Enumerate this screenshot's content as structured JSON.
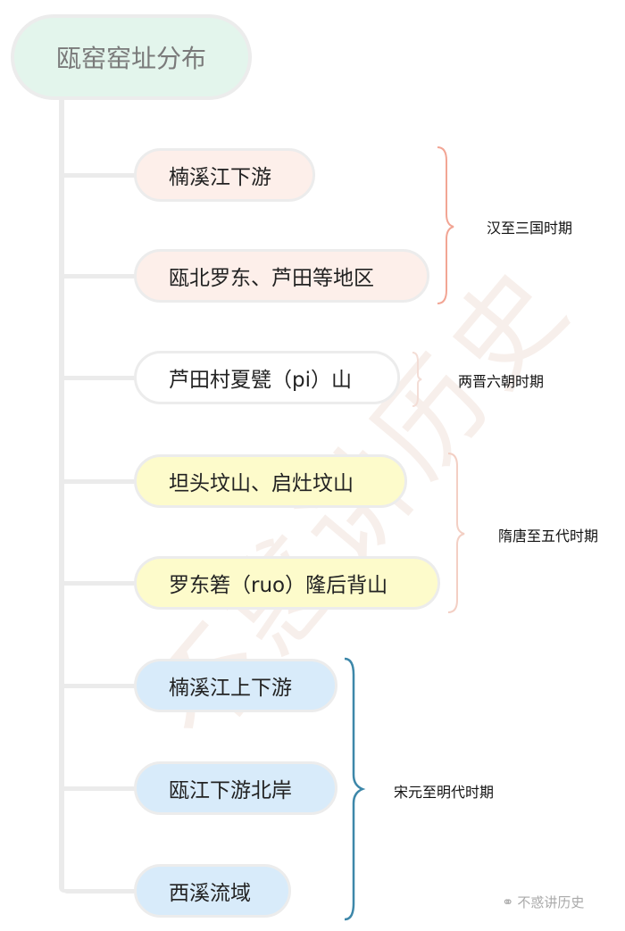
{
  "root": {
    "title": "瓯窑窑址分布"
  },
  "nodes": [
    {
      "label": "楠溪江下游",
      "color": "#fdefea"
    },
    {
      "label": "瓯北罗东、芦田等地区",
      "color": "#fdefea"
    },
    {
      "label": "芦田村夏甓（pi）山",
      "color": "#ffffff"
    },
    {
      "label": "坦头坟山、启灶坟山",
      "color": "#fdfbcb"
    },
    {
      "label": "罗东箬（ruo）隆后背山",
      "color": "#fdfbcb"
    },
    {
      "label": "楠溪江上下游",
      "color": "#d8ebfa"
    },
    {
      "label": "瓯江下游北岸",
      "color": "#d8ebfa"
    },
    {
      "label": "西溪流域",
      "color": "#d8ebfa"
    }
  ],
  "periods": [
    {
      "label": "汉至三国时期",
      "color": "#f2a594"
    },
    {
      "label": "两晋六朝时期",
      "color": "#f3ddd6"
    },
    {
      "label": "隋唐至五代时期",
      "color": "#f3cfc4"
    },
    {
      "label": "宋元至明代时期",
      "color": "#3d87a9"
    }
  ],
  "watermark": {
    "text": "不惑讲历史",
    "credit": "不惑讲历史"
  }
}
